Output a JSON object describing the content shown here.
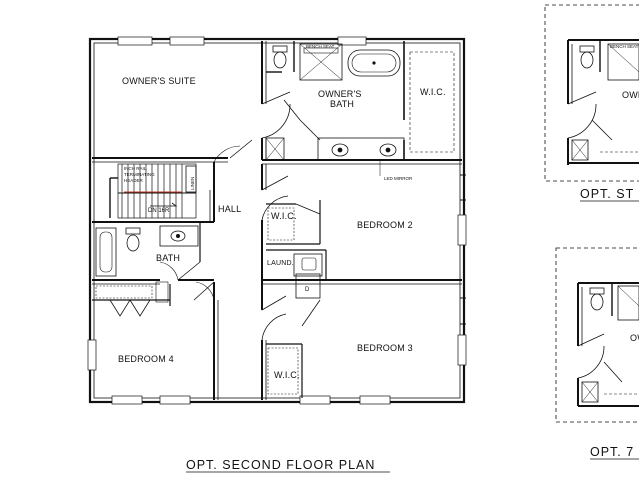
{
  "rooms": {
    "owners_suite": "OWNER'S SUITE",
    "owners_bath_line1": "OWNER'S",
    "owners_bath_line2": "BATH",
    "wic_owner": "W.I.C.",
    "hall": "HALL",
    "bedroom2": "BEDROOM 2",
    "bedroom3": "BEDROOM 3",
    "bedroom4": "BEDROOM 4",
    "wic_bed2": "W.I.C.",
    "wic_bed3": "W.I.C.",
    "laundry": "LAUND.",
    "bath": "BATH"
  },
  "notes": {
    "stair": "DN 16R",
    "led_mirror": "LED MIRROR",
    "bench_seat": "BENCH SEAT",
    "stair_rail_line1": "INCH RAIL",
    "stair_rail_line2": "TERMINATING",
    "stair_rail_line3": "HEADER",
    "linen": "LINEN",
    "dryer": "D"
  },
  "captions": {
    "main": "OPT. SECOND FLOOR PLAN",
    "right_top": "OPT. ST",
    "right_bottom": "OPT. 7"
  }
}
